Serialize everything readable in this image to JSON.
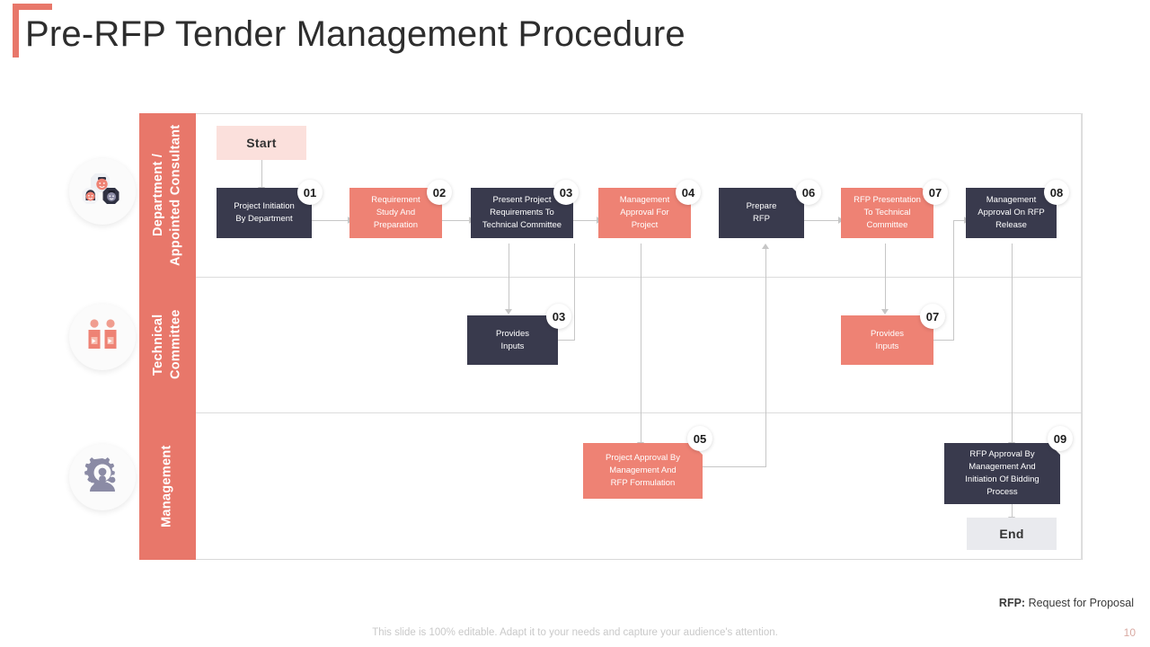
{
  "slide": {
    "title": "Pre-RFP Tender Management Procedure",
    "footer_note": "This slide is 100% editable. Adapt it to your needs and capture your audience's attention.",
    "page_number": "10",
    "legend_term": "RFP:",
    "legend_definition": " Request for Proposal"
  },
  "colors": {
    "accent": "#e8776a",
    "dark_node": "#393a4d",
    "salmon_node": "#ee8274",
    "start_fill": "#fbe0dc",
    "end_fill": "#e9eaee",
    "connector": "#c6c6c6",
    "lane_bar": "#e8776a"
  },
  "lanes": [
    {
      "id": "department",
      "label": "Department /\nAppointed Consultant",
      "icon": "people-group-icon"
    },
    {
      "id": "technical",
      "label": "Technical\nCommittee",
      "icon": "two-people-icon"
    },
    {
      "id": "management",
      "label": "Management",
      "icon": "gear-people-icon"
    }
  ],
  "terminators": {
    "start": "Start",
    "end": "End"
  },
  "nodes": [
    {
      "number": "01",
      "label": "Project Initiation\nBy Department",
      "lane": "department",
      "style": "dark"
    },
    {
      "number": "02",
      "label": "Requirement\nStudy And\nPreparation",
      "lane": "department",
      "style": "salmon"
    },
    {
      "number": "03",
      "label": "Present Project\nRequirements  To\nTechnical Committee",
      "lane": "department",
      "style": "dark"
    },
    {
      "number": "04",
      "label": "Management\nApproval For\nProject",
      "lane": "department",
      "style": "salmon"
    },
    {
      "number": "06",
      "label": "Prepare\nRFP",
      "lane": "department",
      "style": "dark"
    },
    {
      "number": "07",
      "label": "RFP  Presentation\nTo Technical\nCommittee",
      "lane": "department",
      "style": "salmon"
    },
    {
      "number": "08",
      "label": "Management\nApproval On RFP\nRelease",
      "lane": "department",
      "style": "dark"
    },
    {
      "number": "03",
      "label": "Provides\nInputs",
      "lane": "technical",
      "style": "dark"
    },
    {
      "number": "07",
      "label": "Provides\nInputs",
      "lane": "technical",
      "style": "salmon"
    },
    {
      "number": "05",
      "label": "Project Approval By\nManagement  And\nRFP  Formulation",
      "lane": "management",
      "style": "salmon"
    },
    {
      "number": "09",
      "label": "RFP  Approval By\nManagement  And\nInitiation  Of Bidding\nProcess",
      "lane": "management",
      "style": "dark"
    }
  ]
}
